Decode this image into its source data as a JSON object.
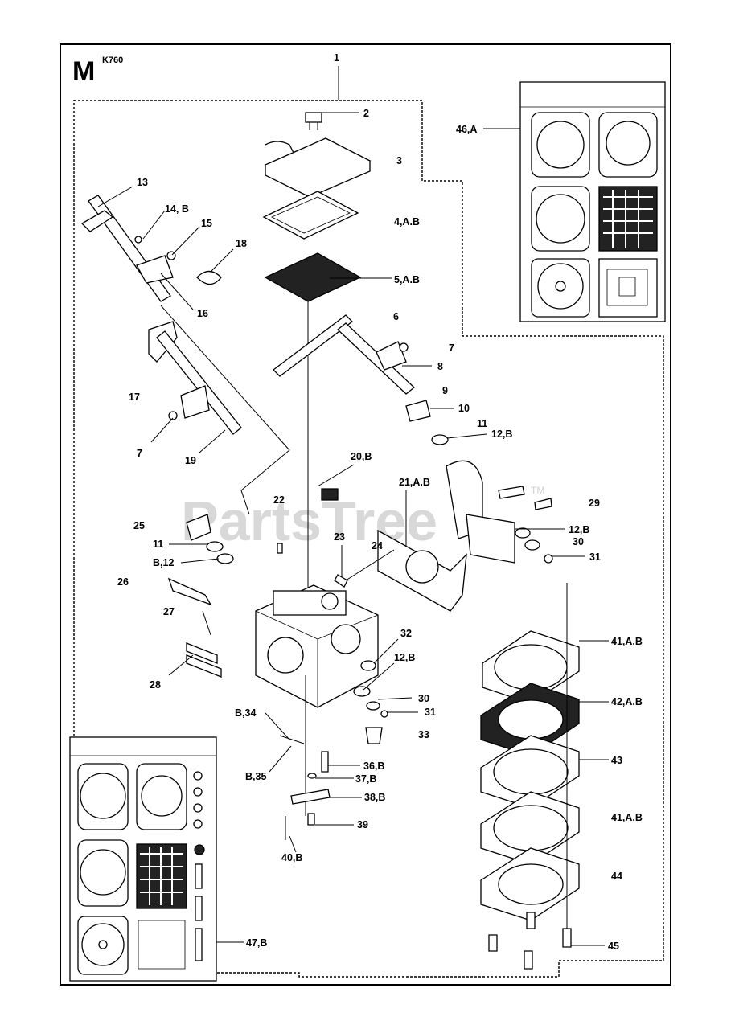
{
  "section_letter": "M",
  "model": "K760",
  "watermark": "PartsTree",
  "watermark_tm": "TM",
  "labels": [
    "1",
    "2",
    "3",
    "4,A.B",
    "5,A.B",
    "6",
    "7",
    "8",
    "9",
    "10",
    "11",
    "12,B",
    "13",
    "14, B",
    "15",
    "16",
    "17",
    "18",
    "7",
    "19",
    "20,B",
    "21,A.B",
    "22",
    "29",
    "25",
    "11",
    "B,12",
    "23",
    "24",
    "12,B",
    "30",
    "31",
    "26",
    "27",
    "28",
    "32",
    "12,B",
    "30",
    "31",
    "33",
    "B,34",
    "B,35",
    "36,B",
    "37,B",
    "38,B",
    "39",
    "40,B",
    "41,A.B",
    "42,A.B",
    "43",
    "41,A.B",
    "44",
    "45",
    "46,A",
    "47,B"
  ]
}
